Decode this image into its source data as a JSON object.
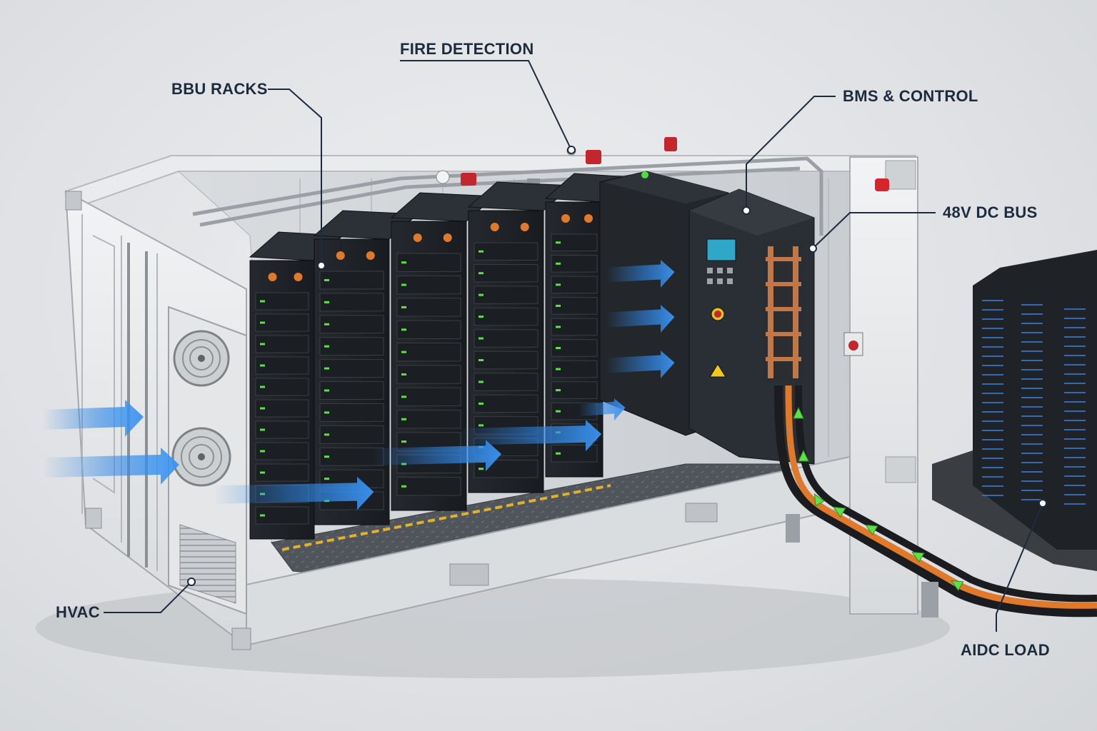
{
  "callouts": {
    "bbu_racks": "BBU RACKS",
    "fire_detection": "FIRE DETECTION",
    "bms_control": "BMS & CONTROL",
    "dc_bus": "48V DC BUS",
    "hvac": "HVAC",
    "aidc_load": "AIDC LOAD"
  },
  "colors": {
    "airflow": "#2f86e6",
    "power_flow": "#5fe04a",
    "cable": "#e07a2a",
    "busbar": "#c27846",
    "rack": "#1f2329",
    "container": "#e7e9eb",
    "callout_text": "#1d2b3f"
  }
}
